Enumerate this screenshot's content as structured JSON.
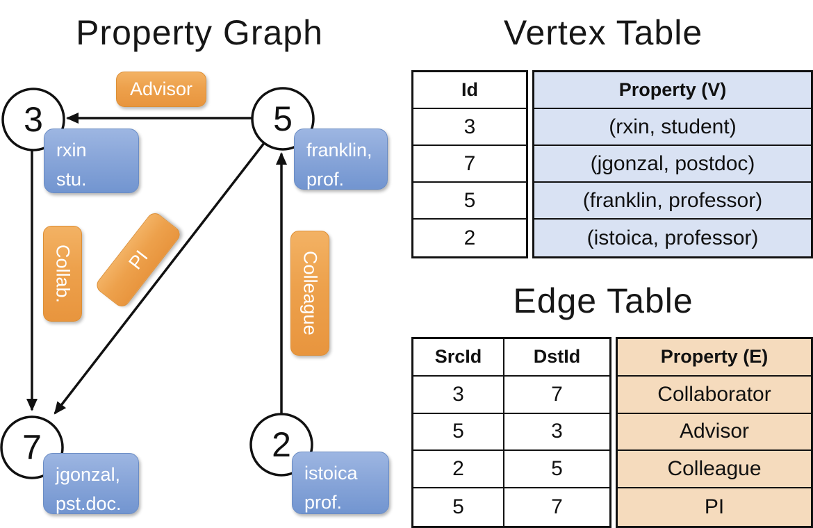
{
  "titles": {
    "property_graph": "Property Graph",
    "vertex_table": "Vertex Table",
    "edge_table": "Edge Table"
  },
  "graph": {
    "nodes": [
      {
        "id": "3",
        "property_line1": "rxin",
        "property_line2": "stu."
      },
      {
        "id": "5",
        "property_line1": "franklin,",
        "property_line2": "prof."
      },
      {
        "id": "7",
        "property_line1": "jgonzal,",
        "property_line2": "pst.doc."
      },
      {
        "id": "2",
        "property_line1": "istoica",
        "property_line2": "prof."
      }
    ],
    "edge_labels": {
      "advisor": "Advisor",
      "collab": "Collab.",
      "pi": "PI",
      "colleague": "Colleague"
    },
    "edges": [
      {
        "src": "5",
        "dst": "3",
        "label": "Advisor"
      },
      {
        "src": "3",
        "dst": "7",
        "label": "Collab."
      },
      {
        "src": "5",
        "dst": "7",
        "label": "PI"
      },
      {
        "src": "2",
        "dst": "5",
        "label": "Colleague"
      }
    ]
  },
  "vertex_table": {
    "headers": {
      "id": "Id",
      "property": "Property (V)"
    },
    "rows": [
      {
        "id": "3",
        "property": "(rxin, student)"
      },
      {
        "id": "7",
        "property": "(jgonzal, postdoc)"
      },
      {
        "id": "5",
        "property": "(franklin, professor)"
      },
      {
        "id": "2",
        "property": "(istoica, professor)"
      }
    ]
  },
  "edge_table": {
    "headers": {
      "src": "SrcId",
      "dst": "DstId",
      "property": "Property (E)"
    },
    "rows": [
      {
        "src": "3",
        "dst": "7",
        "property": "Collaborator"
      },
      {
        "src": "5",
        "dst": "3",
        "property": "Advisor"
      },
      {
        "src": "2",
        "dst": "5",
        "property": "Colleague"
      },
      {
        "src": "5",
        "dst": "7",
        "property": "PI"
      }
    ]
  },
  "colors": {
    "edge_label_orange": "#ED9F47",
    "vertex_box_blue": "#86A4D8",
    "vertex_table_cell_blue": "#D9E2F3",
    "edge_table_cell_tan": "#F5DBBD",
    "line_black": "#111111",
    "text_white": "#FFFFFF"
  }
}
